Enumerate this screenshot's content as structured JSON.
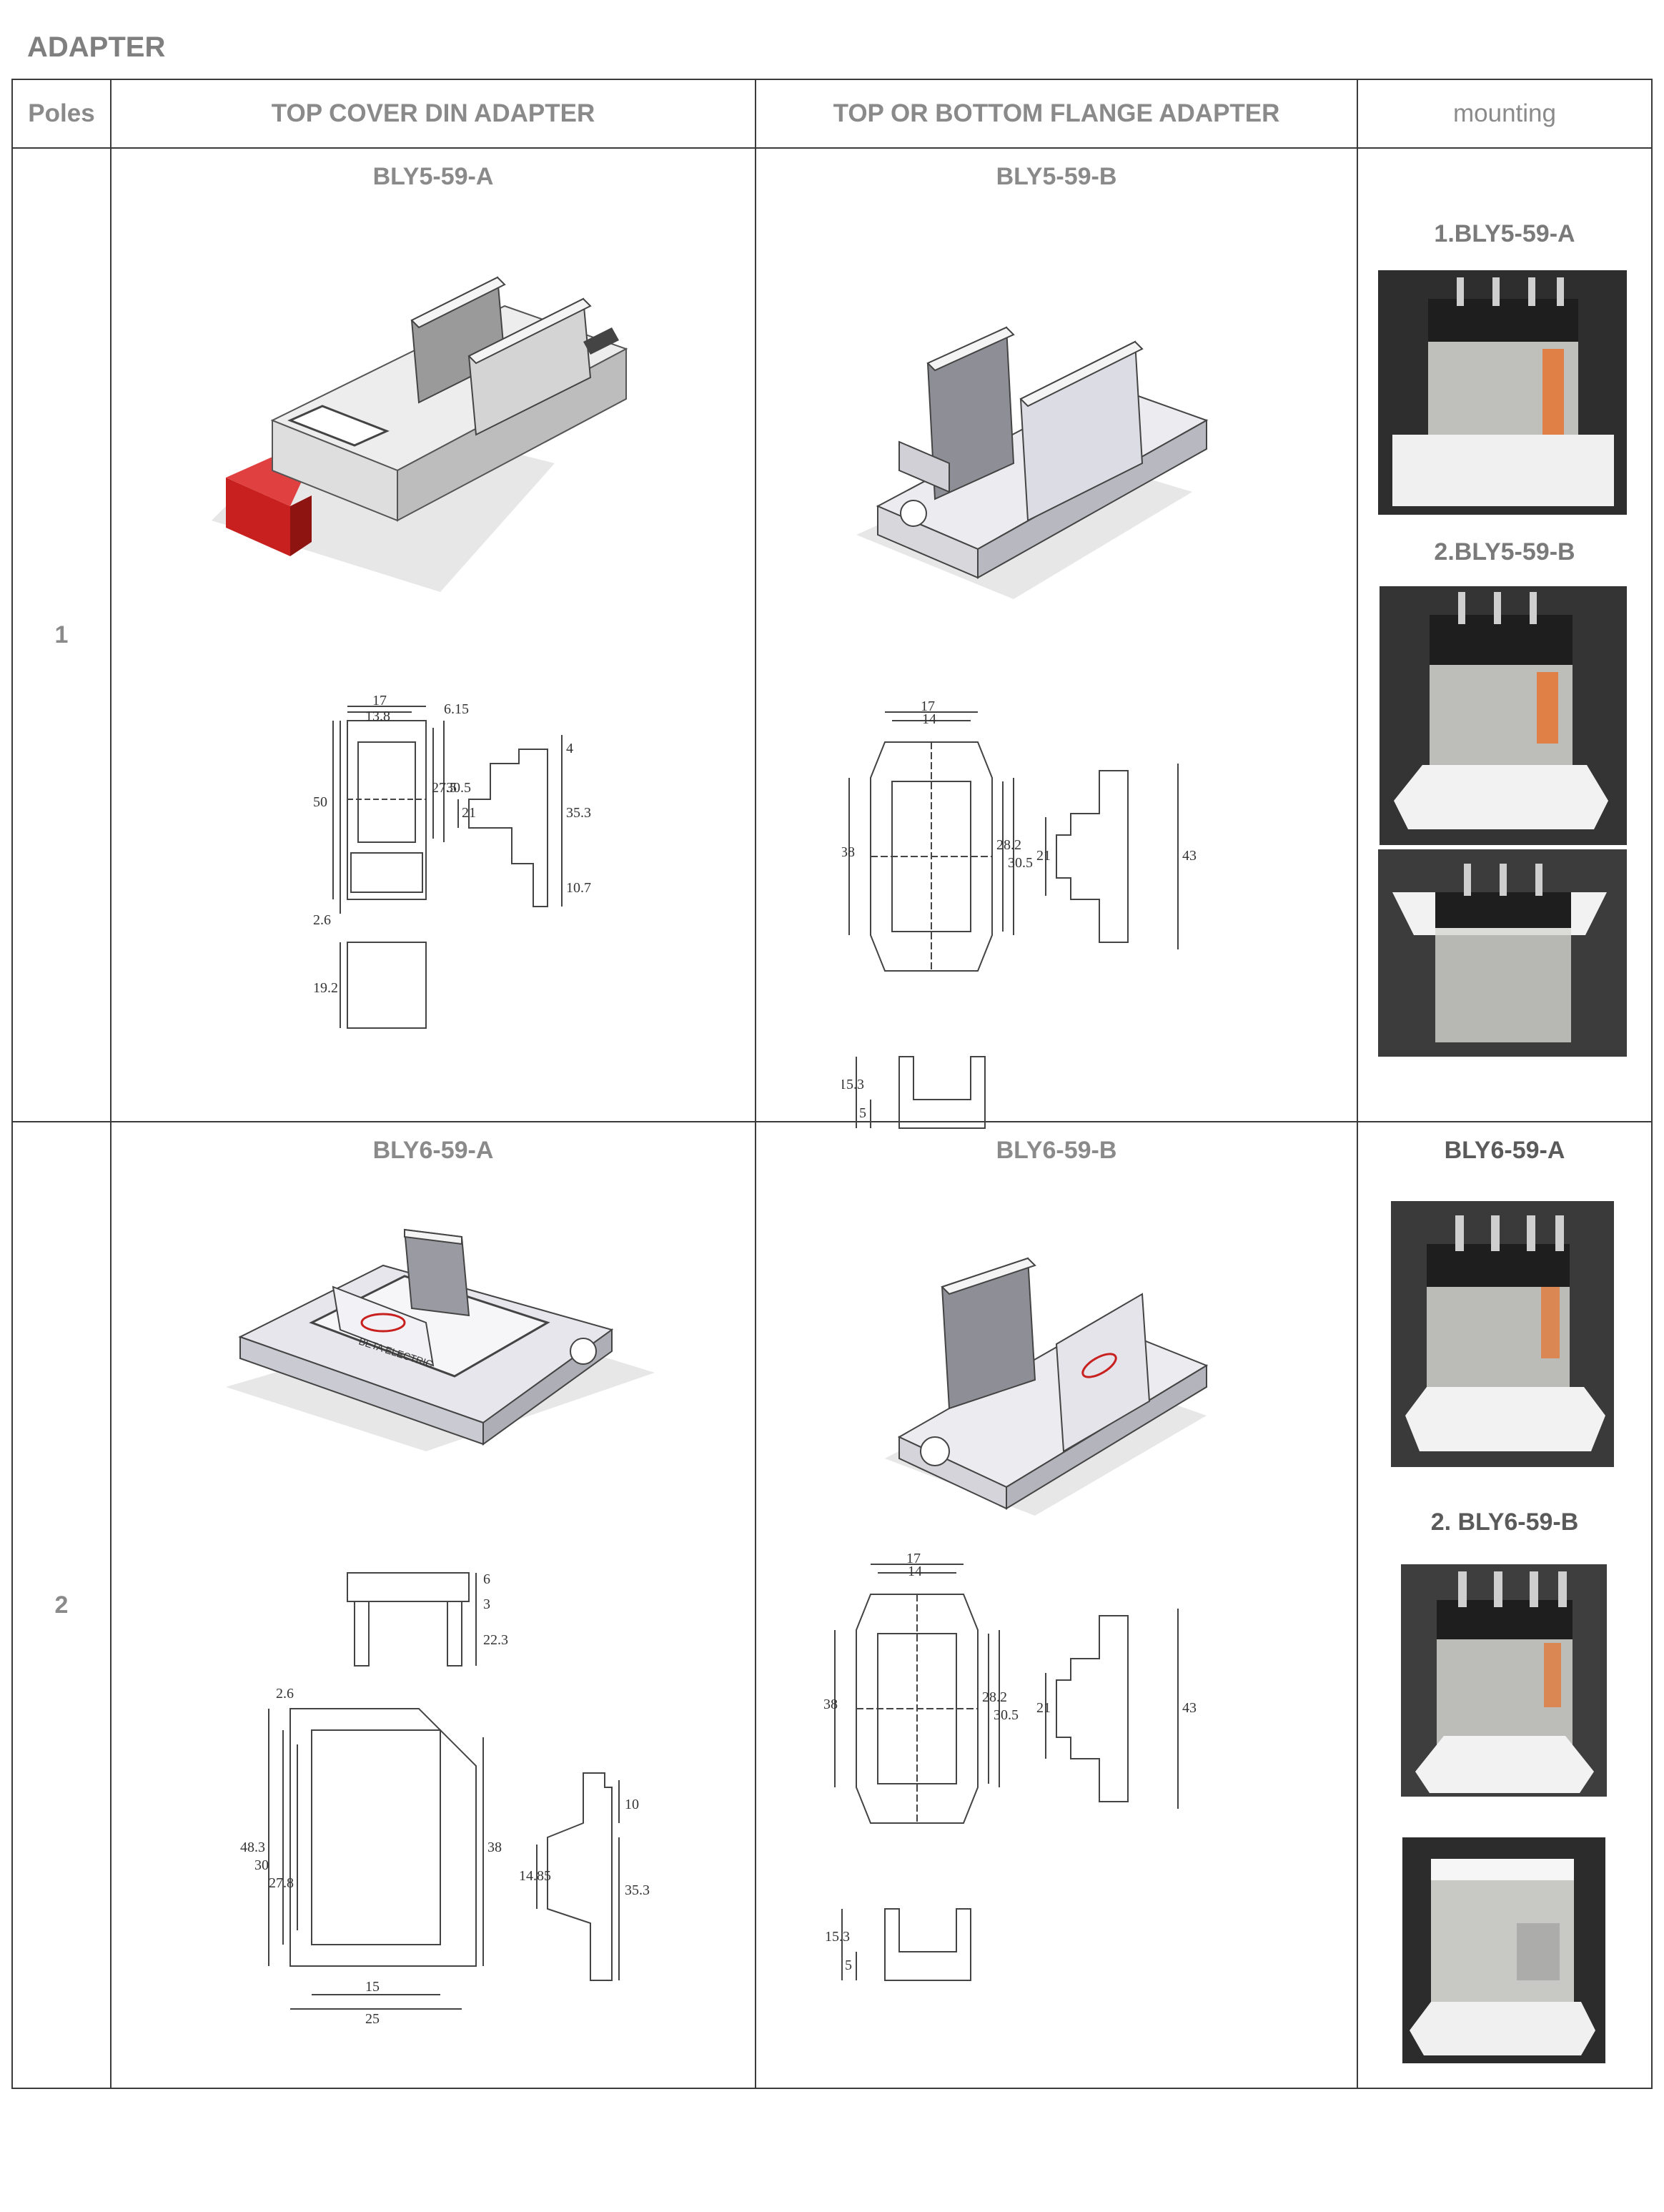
{
  "page": {
    "title": "ADAPTER"
  },
  "table": {
    "headers": [
      "Poles",
      "TOP COVER DIN ADAPTER",
      "TOP OR BOTTOM FLANGE ADAPTER",
      "mounting"
    ],
    "rows": [
      {
        "pole": "1",
        "din": {
          "model": "BLY5-59-A",
          "dims": [
            "17",
            "13.8",
            "6.15",
            "27.5",
            "30.5",
            "50",
            "21",
            "4",
            "35.3",
            "10.7",
            "2.6",
            "19.2"
          ]
        },
        "flange": {
          "model": "BLY5-59-B",
          "dims": [
            "17",
            "14",
            "38",
            "28.2",
            "30.5",
            "21",
            "43",
            "15.3",
            "5"
          ]
        },
        "mounting": {
          "labels": [
            "1.BLY5-59-A",
            "2.BLY5-59-B"
          ]
        }
      },
      {
        "pole": "2",
        "din": {
          "model": "BLY6-59-A",
          "dims": [
            "6",
            "3",
            "22.3",
            "2.6",
            "48.3",
            "30",
            "27.8",
            "38",
            "15",
            "25",
            "10",
            "14.85",
            "35.3"
          ]
        },
        "flange": {
          "model": "BLY6-59-B",
          "dims": [
            "17",
            "14",
            "38",
            "28.2",
            "30.5",
            "21",
            "43",
            "15.3",
            "5"
          ]
        },
        "mounting": {
          "labels": [
            "BLY6-59-A",
            "2. BLY6-59-B"
          ]
        }
      }
    ]
  },
  "colors": {
    "header_text": "#8a8a8a",
    "border": "#3a3a3a",
    "adapter_red": "#c8201e",
    "plastic": "#e8e8ea"
  },
  "logo_text": "BETA ELECTRIC"
}
